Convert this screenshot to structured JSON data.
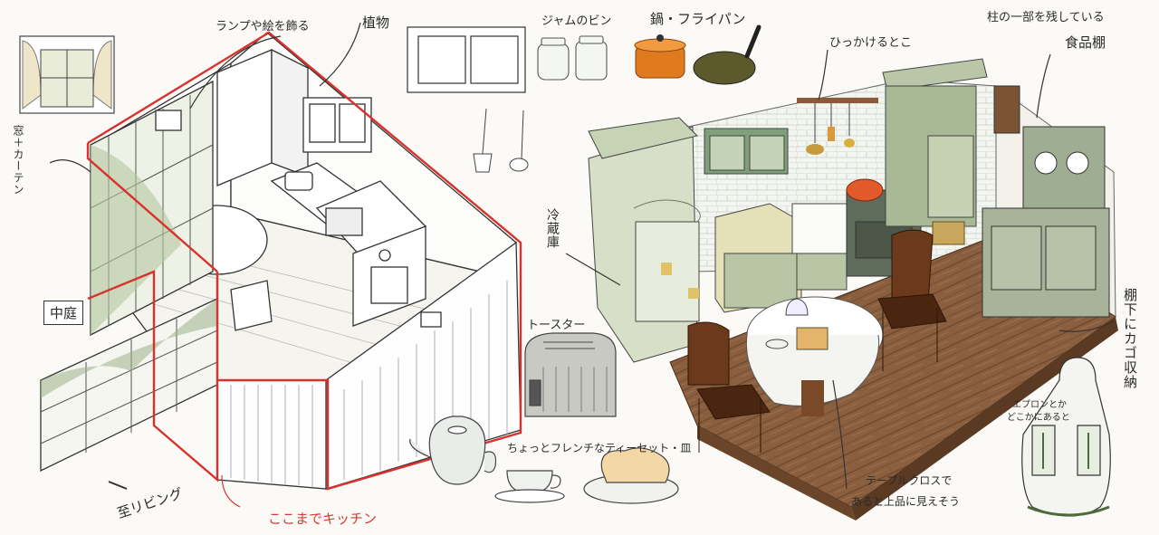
{
  "labels": {
    "lamp_and_picture": "ランプや絵を飾る",
    "plants": "植物",
    "window_curtain": "窓＋カーテン",
    "courtyard": "中庭",
    "to_living": "至リビング",
    "kitchen_until_here": "ここまでキッチン",
    "jam_jars": "ジャムのビン",
    "pot_pan": "鍋・フライパン",
    "fridge": "冷蔵庫",
    "toaster": "トースター",
    "tea_set": "ちょっとフレンチなティーセット・皿",
    "hanging_place": "ひっかけるとこ",
    "pillar_part_remains": "柱の一部を残している",
    "food_shelf": "食品棚",
    "basket_storage": "棚下にカゴ収納",
    "tablecloth_note_1": "テーブルクロスで",
    "tablecloth_note_2": "あると上品に見えそう",
    "apron_note_1": "エプロンとか",
    "apron_note_2": "どこかにあると"
  },
  "colors": {
    "outline_red": "#d8322f",
    "sage_green": "#aebf9a",
    "floor_brown": "#8b5e3c",
    "pot_orange": "#e07a1f",
    "chair_wood": "#6b3a1c",
    "ink": "#333333"
  },
  "icons": [
    "window-icon",
    "jam-jar-icon",
    "pot-icon",
    "frying-pan-icon",
    "spatula-icon",
    "ladle-icon",
    "toaster-icon",
    "teapot-icon",
    "teacup-icon",
    "toast-plate-icon",
    "apron-icon",
    "arrow-icon"
  ]
}
